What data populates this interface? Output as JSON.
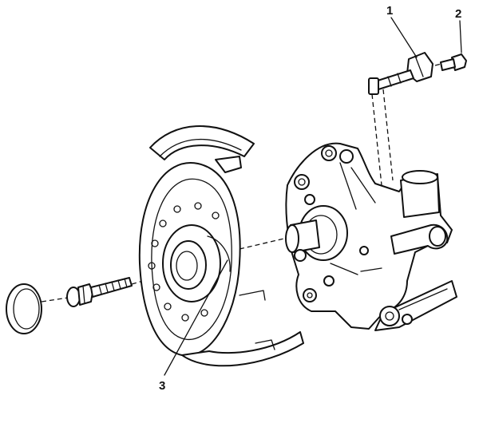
{
  "callouts": {
    "c1": "1",
    "c2": "2",
    "c3": "3"
  },
  "icons": {
    "sensor": "wheel-speed-sensor-icon",
    "bolt": "bolt-icon",
    "disc": "brake-disc-icon",
    "knuckle": "steering-knuckle-icon",
    "cap": "dust-cap-icon"
  }
}
